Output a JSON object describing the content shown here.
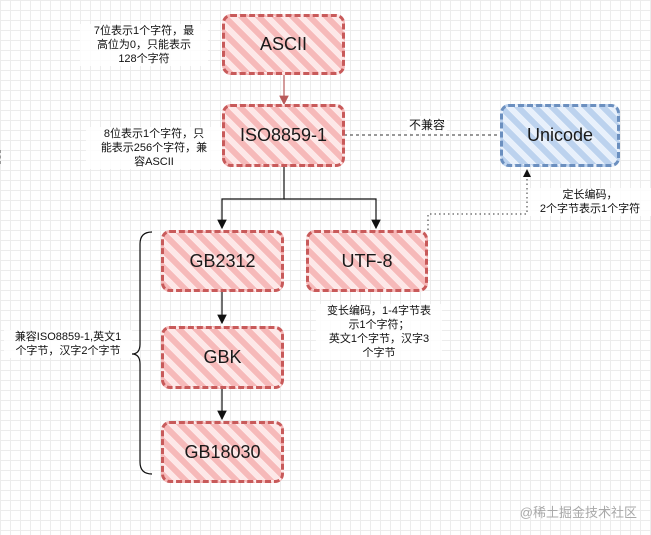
{
  "nodes": {
    "ascii": "ASCII",
    "iso8859": "ISO8859-1",
    "unicode": "Unicode",
    "gb2312": "GB2312",
    "utf8": "UTF-8",
    "gbk": "GBK",
    "gb18030": "GB18030"
  },
  "notes": {
    "ascii_lines": [
      "7位表示1个字符，最",
      "高位为0，只能表示",
      "128个字符"
    ],
    "iso_lines": [
      "8位表示1个字符，只",
      "能表示256个字符，兼",
      "容ASCII"
    ],
    "unicode_lines": [
      "定长编码，",
      "2个字节表示1个字符"
    ],
    "utf8_lines": [
      "变长编码，1-4字节表",
      "示1个字符；",
      "英文1个字节，汉字3",
      "个字节"
    ],
    "gb_lines": [
      "兼容ISO8859-1,英文1",
      "个字节，汉字2个字节"
    ]
  },
  "edge_labels": {
    "incompatible": "不兼容"
  },
  "watermark": "@稀土掘金技术社区",
  "colors": {
    "red_border": "#c85a5a",
    "red_fill": "#f6b9b9",
    "blue_border": "#6b8fbf",
    "blue_fill": "#bcd2ee"
  }
}
